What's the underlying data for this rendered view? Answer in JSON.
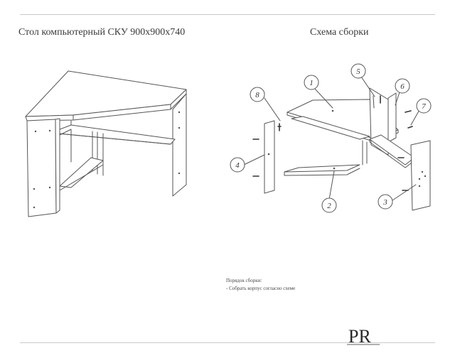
{
  "header": {
    "product_title": "Стол компьютерный СКУ 900х900х740",
    "scheme_title": "Схема сборки"
  },
  "callouts": [
    "1",
    "2",
    "3",
    "4",
    "5",
    "6",
    "7",
    "8"
  ],
  "notes": {
    "heading": "Порядок сборки:",
    "step1": "- Собрать корпус согласно схеме"
  },
  "logo": {
    "text": "PR"
  }
}
